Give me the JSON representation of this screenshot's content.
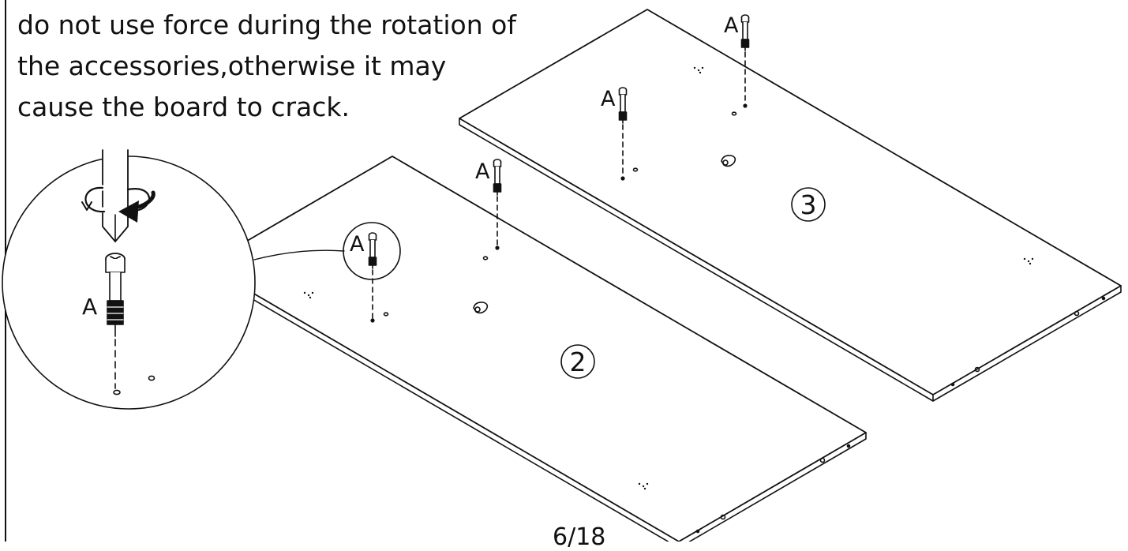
{
  "instructions": {
    "lines": [
      "do not use force during the rotation of",
      "the accessories,otherwise it may",
      "cause the board to crack."
    ]
  },
  "parts": {
    "cam_bolt_label": "A"
  },
  "panels": {
    "panel_2_label": "2",
    "panel_3_label": "3"
  },
  "page": {
    "number": "6/18"
  }
}
